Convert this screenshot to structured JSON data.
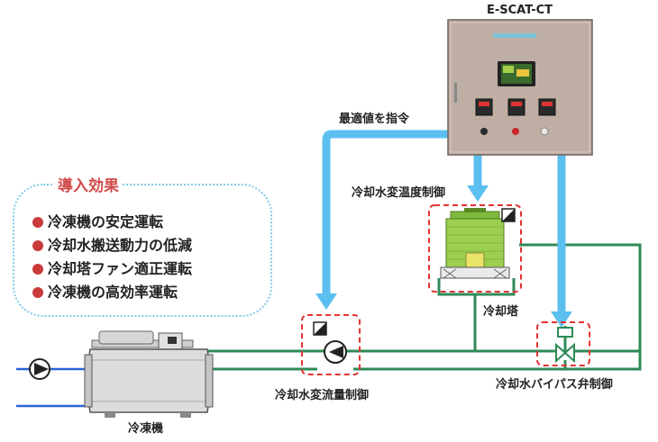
{
  "controller": {
    "name": "E-SCAT-CT"
  },
  "command_label": "最適値を指令",
  "labels": {
    "cw_temp_control": "冷却水変温度制御",
    "cooling_tower": "冷却塔",
    "cw_flow_control": "冷却水変流量制御",
    "cw_bypass_valve_control": "冷却水バイパス弁制御",
    "chiller": "冷凍機"
  },
  "benefits": {
    "title": "導入効果",
    "items": [
      "冷凍機の安定運転",
      "冷却水搬送動力の低減",
      "冷却塔ファン適正運転",
      "冷凍機の高効率運転"
    ]
  },
  "colors": {
    "green_pipe": "#2e8b57",
    "blue_pipe": "#2a63d6",
    "signal_arrow": "#5bc0f0",
    "dashed_box": "#e33333",
    "panel": "#bfaea4",
    "bullet": "#c93a3a",
    "benefits_border": "#7fcbe8"
  }
}
